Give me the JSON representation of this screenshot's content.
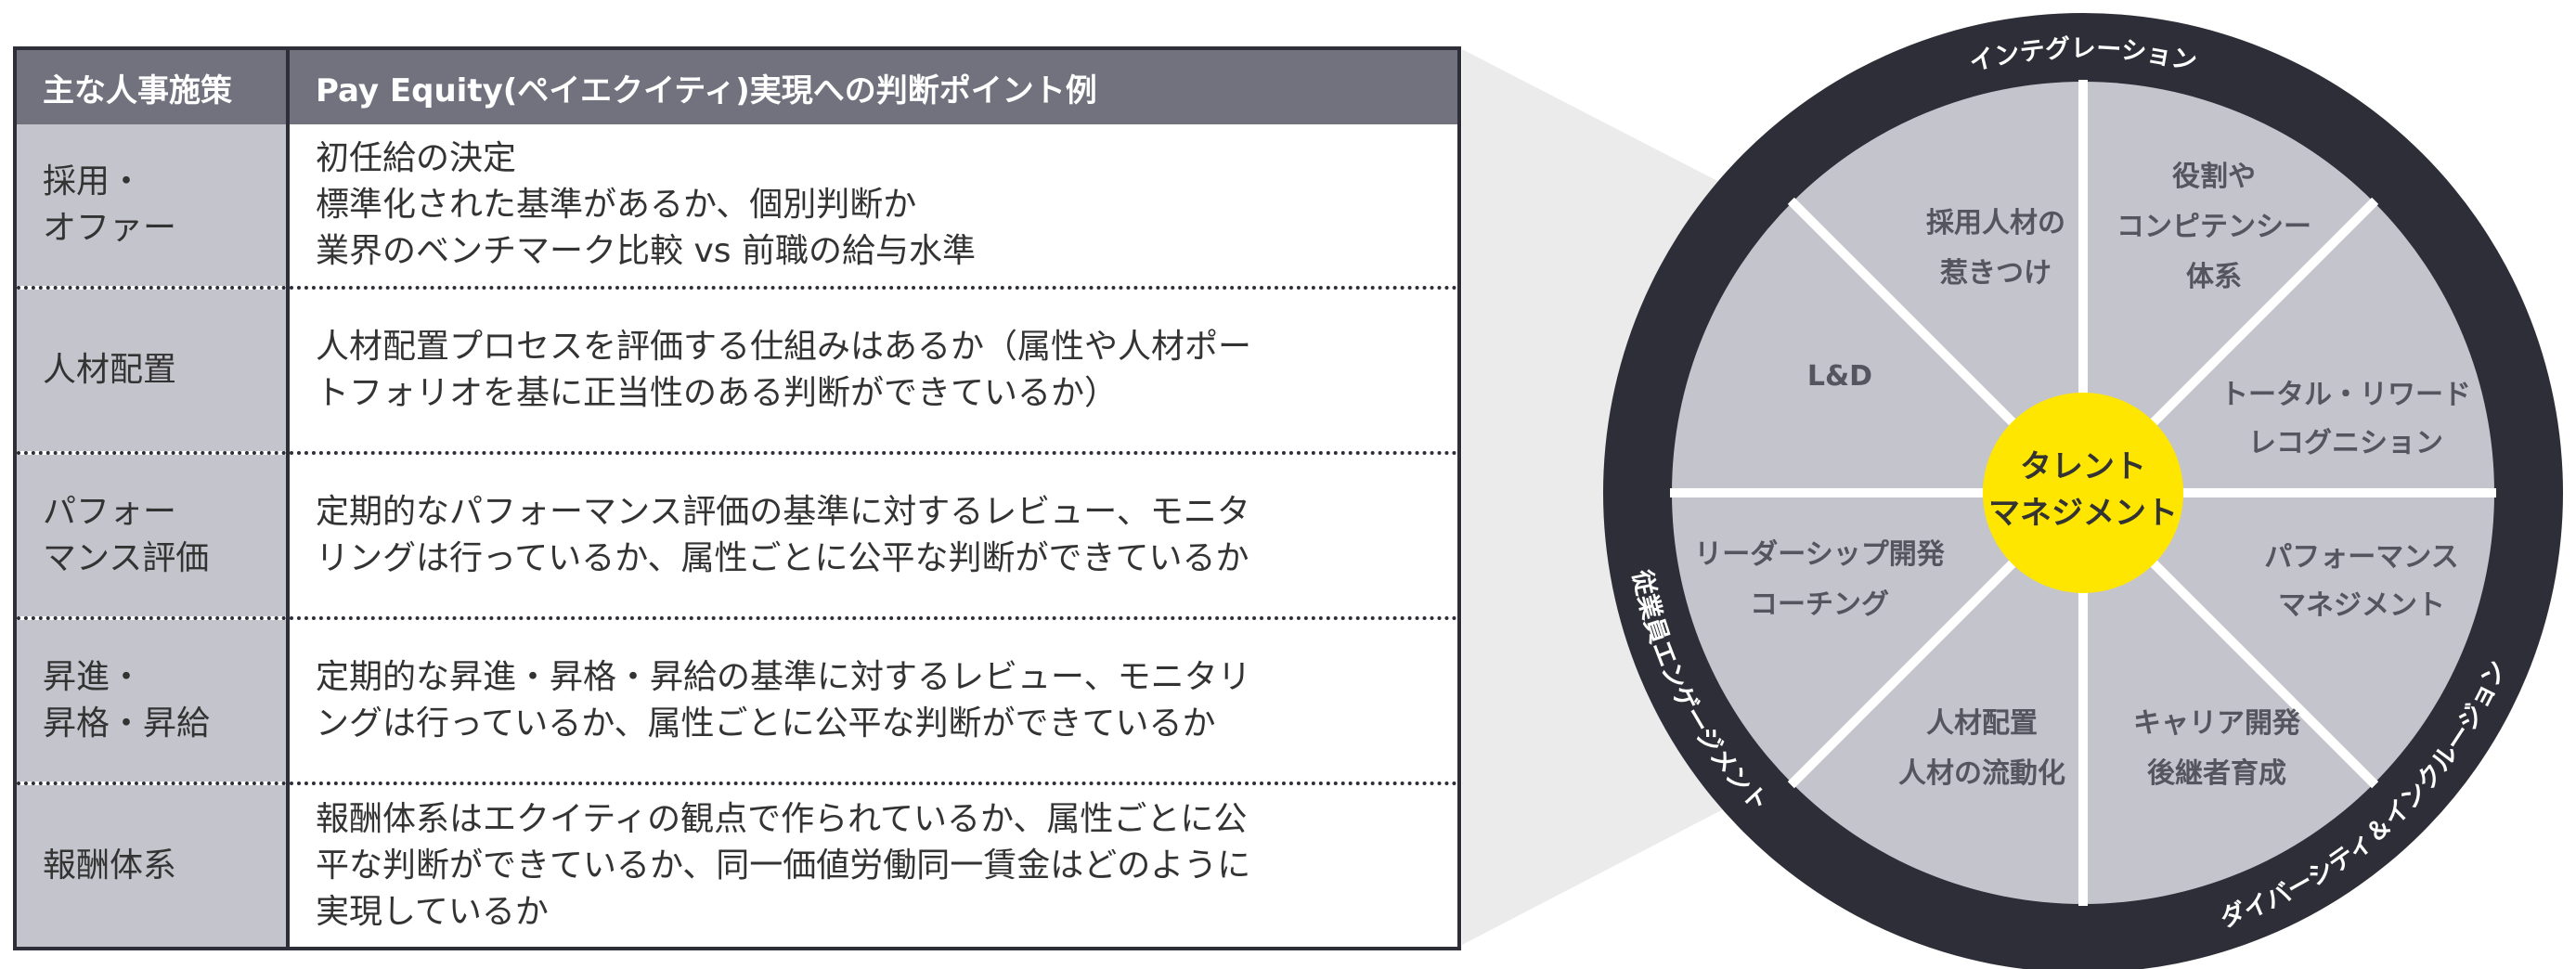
{
  "table": {
    "headers": [
      "主な人事施策",
      "Pay Equity(ペイエクイティ)実現への判断ポイント例"
    ],
    "rows": [
      {
        "policy": [
          "採用・",
          "オファー"
        ],
        "points": [
          "初任給の決定",
          "標準化された基準があるか、個別判断か",
          "業界のベンチマーク比較 vs 前職の給与水準"
        ]
      },
      {
        "policy": [
          "人材配置"
        ],
        "points": [
          "人材配置プロセスを評価する仕組みはあるか（属性や人材ポー",
          "トフォリオを基に正当性のある判断ができているか）"
        ]
      },
      {
        "policy": [
          "パフォー",
          "マンス評価"
        ],
        "points": [
          "定期的なパフォーマンス評価の基準に対するレビュー、モニタ",
          "リングは行っているか、属性ごとに公平な判断ができているか"
        ]
      },
      {
        "policy": [
          "昇進・",
          "昇格・昇給"
        ],
        "points": [
          "定期的な昇進・昇格・昇給の基準に対するレビュー、モニタリ",
          "ングは行っているか、属性ごとに公平な判断ができているか"
        ]
      },
      {
        "policy": [
          "報酬体系"
        ],
        "points": [
          "報酬体系はエクイティの観点で作られているか、属性ごとに公",
          "平な判断ができているか、同一価値労働同一賃金はどのように",
          "実現しているか"
        ]
      }
    ]
  },
  "wheel": {
    "center": [
      "タレント",
      "マネジメント"
    ],
    "segments": [
      [
        "採用人材の",
        "惹きつけ"
      ],
      [
        "役割や",
        "コンピテンシー",
        "体系"
      ],
      [
        "トータル・リワード",
        "レコグニション"
      ],
      [
        "パフォーマンス",
        "マネジメント"
      ],
      [
        "キャリア開発",
        "後継者育成"
      ],
      [
        "人材配置",
        "人材の流動化"
      ],
      [
        "リーダーシップ開発",
        "コーチング"
      ],
      [
        "L&D"
      ]
    ],
    "ring": {
      "top": "インテグレーション",
      "left": "従業員エンゲージメント",
      "right": "ダイバーシティ＆インクルージョン"
    }
  },
  "colors": {
    "ring": "#2e2e38",
    "segment": "#c4c4cc",
    "center": "#ffe600",
    "header": "#72727e"
  }
}
